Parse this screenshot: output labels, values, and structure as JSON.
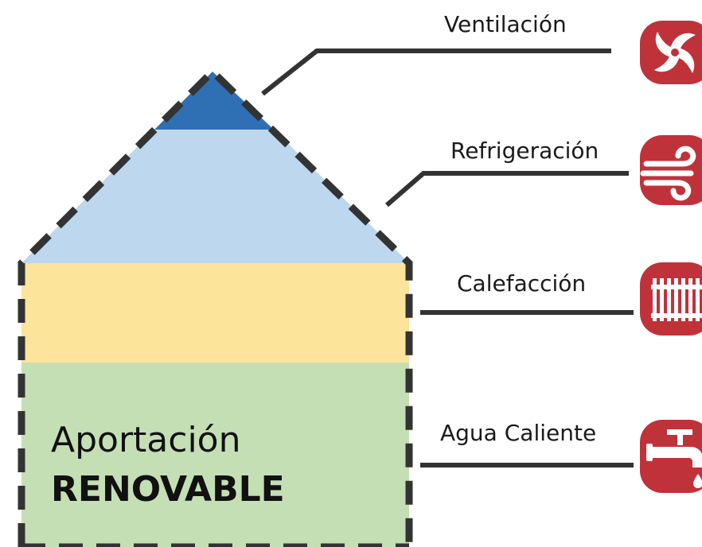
{
  "house": {
    "line1": "Aportación",
    "line2": "RENOVABLE",
    "colors": {
      "peak": "#2f6fb3",
      "roof": "#bcd7ee",
      "middle": "#fde49b",
      "base": "#c5dfb5",
      "outline": "#333333"
    }
  },
  "services": [
    {
      "label": "Ventilación",
      "icon": "fan-icon"
    },
    {
      "label": "Refrigeración",
      "icon": "wind-icon"
    },
    {
      "label": "Calefacción",
      "icon": "radiator-icon"
    },
    {
      "label": "Agua Caliente",
      "icon": "faucet-icon"
    }
  ],
  "icon_color": "#c0323a"
}
